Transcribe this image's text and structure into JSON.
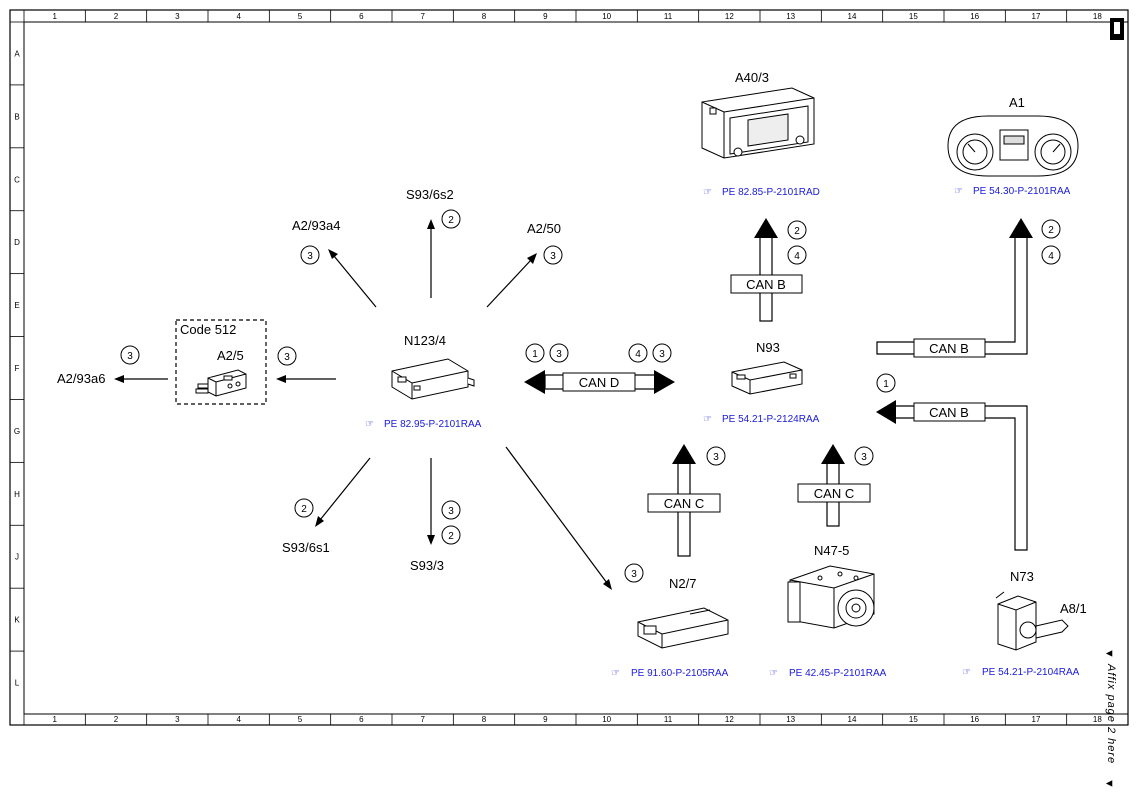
{
  "grid": {
    "columns": [
      "1",
      "2",
      "3",
      "4",
      "5",
      "6",
      "7",
      "8",
      "9",
      "10",
      "11",
      "12",
      "13",
      "14",
      "15",
      "16",
      "17",
      "18"
    ],
    "rows": [
      "A",
      "B",
      "C",
      "D",
      "E",
      "F",
      "G",
      "H",
      "J",
      "K",
      "L"
    ]
  },
  "components": {
    "n123": {
      "label": "N123/4",
      "ref": "PE 82.95-P-2101RAA"
    },
    "n93": {
      "label": "N93",
      "ref": "PE 54.21-P-2124RAA"
    },
    "a40": {
      "label": "A40/3",
      "ref": "PE 82.85-P-2101RAD"
    },
    "a1": {
      "label": "A1",
      "ref": "PE 54.30-P-2101RAA"
    },
    "n27": {
      "label": "N2/7",
      "ref": "PE 91.60-P-2105RAA"
    },
    "n475": {
      "label": "N47-5",
      "ref": "PE 42.45-P-2101RAA"
    },
    "n73": {
      "label": "N73",
      "ref": "PE 54.21-P-2104RAA"
    },
    "a81": {
      "label": "A8/1"
    },
    "a25": {
      "label": "A2/5"
    },
    "code512": {
      "label": "Code 512"
    }
  },
  "endpoints": {
    "a293a6": "A2/93a6",
    "a293a4": "A2/93a4",
    "s936s2": "S93/6s2",
    "a250": "A2/50",
    "s936s1": "S93/6s1",
    "s933": "S93/3"
  },
  "buses": {
    "cand": "CAN D",
    "canb_a40": "CAN B",
    "canb_a1": "CAN B",
    "canb_n73": "CAN B",
    "canc_n27": "CAN C",
    "canc_n475": "CAN C"
  },
  "numbers": {
    "a293a6": "3",
    "a25_in": "3",
    "a293a4": "3",
    "s936s2": "2",
    "a250": "3",
    "s936s1": "2",
    "s933_a": "3",
    "s933_b": "2",
    "n27_in": "3",
    "cand_l1": "1",
    "cand_l2": "3",
    "cand_r1": "4",
    "cand_r2": "3",
    "a40_a": "2",
    "a40_b": "4",
    "a1_a": "2",
    "a1_b": "4",
    "n73_in": "1",
    "canc1": "3",
    "canc2": "3"
  },
  "side_note": "Affix page 2 here"
}
